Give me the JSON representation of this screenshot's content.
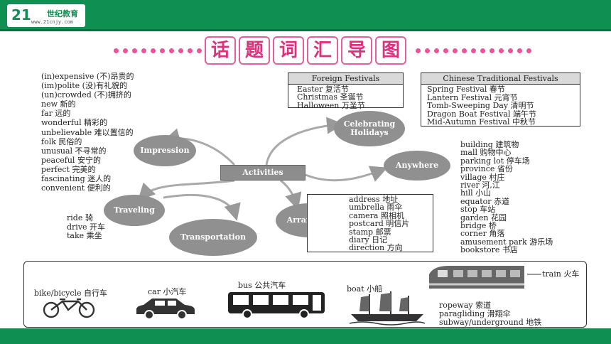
{
  "logo": {
    "mark": "21",
    "name": "世纪教育",
    "url": "www.21cnjy.com"
  },
  "title_chars": [
    "话",
    "题",
    "词",
    "汇",
    "导",
    "图"
  ],
  "colors": {
    "header": "#0f8f52",
    "accent": "#e0307c",
    "bubble": "#909090"
  },
  "activities": "Activities",
  "impression": {
    "label": "Impression",
    "words": [
      "(in)expensive (不)昂贵的",
      "(im)polite (没)有礼貌的",
      "(un)crowded (不)拥挤的",
      "new 新的",
      "far 远的",
      "wonderful 精彩的",
      "unbelievable 难以置信的",
      "folk 民俗的",
      "unusual 不寻常的",
      "peaceful 安宁的",
      "perfect 完美的",
      "fascinating 迷人的",
      "convenient 便利的"
    ]
  },
  "foreign": {
    "title": "Foreign Festivals",
    "items": [
      "Easter 复活节",
      "Christmas 圣诞节",
      "Halloween 万圣节"
    ]
  },
  "chinese": {
    "title": "Chinese Traditional Festivals",
    "items": [
      "Spring Festival 春节",
      "Lantern Festival 元宵节",
      "Tomb-Sweeping Day 清明节",
      "Dragon Boat Festival 端午节",
      "Mid-Autumn Festival 中秋节"
    ]
  },
  "celebrating": {
    "line1": "Celebrating",
    "line2": "Holidays"
  },
  "anywhere": {
    "label": "Anywhere",
    "words": [
      "building 建筑物",
      "mall 购物中心",
      "parking lot 停车场",
      "province 省份",
      "village 村庄",
      "river 河,江",
      "hill 小山",
      "equator 赤道",
      "stop 车站",
      "garden 花园",
      "bridge 桥",
      "corner 角落",
      "amusement park 游乐场",
      "bookstore 书店"
    ]
  },
  "traveling": {
    "label": "Traveling",
    "words": [
      "ride 骑",
      "drive 开车",
      "take 乘坐"
    ]
  },
  "transportation": "Transportation",
  "arranging": {
    "label": "Arranging",
    "words": [
      "address 地址",
      "umbrella 雨伞",
      "camera 照相机",
      "postcard 明信片",
      "stamp 邮票",
      "diary 日记",
      "direction 方向"
    ]
  },
  "vehicles": {
    "bike": "bike/bicycle 自行车",
    "car": "car 小汽车",
    "bus": "bus 公共汽车",
    "boat": "boat 小船",
    "train": "train 火车",
    "others": [
      "ropeway 索道",
      "paragliding 滑翔伞",
      "subway/underground 地铁"
    ]
  }
}
